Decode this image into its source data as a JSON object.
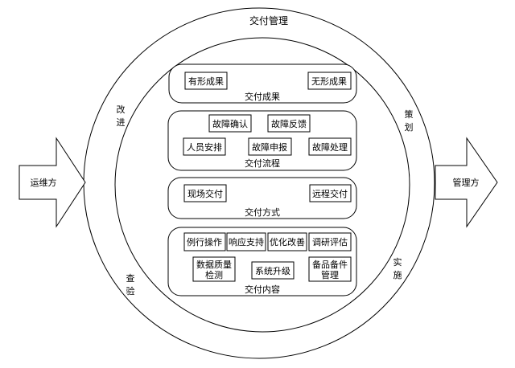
{
  "title": "交付管理",
  "cycle": {
    "left_top": [
      "改",
      "进"
    ],
    "right_top": [
      "策",
      "划"
    ],
    "right_bottom": [
      "实",
      "施"
    ],
    "left_bottom": [
      "查",
      "验"
    ]
  },
  "arrows": {
    "left": "运维方",
    "right": "管理方"
  },
  "groups": {
    "results": {
      "label": "交付成果",
      "items": [
        "有形成果",
        "无形成果"
      ]
    },
    "process": {
      "label": "交付流程",
      "row1": [
        "故障确认",
        "故障反馈"
      ],
      "row2": [
        "人员安排",
        "故障申报",
        "故障处理"
      ]
    },
    "method": {
      "label": "交付方式",
      "items": [
        "现场交付",
        "远程交付"
      ]
    },
    "content": {
      "label": "交付内容",
      "row1": [
        "例行操作",
        "响应支持",
        "优化改善",
        "调研评估"
      ],
      "row2_a": [
        "数据质量",
        "检测"
      ],
      "row2_b": "系统升级",
      "row2_c": [
        "备品备件",
        "管理"
      ]
    }
  }
}
